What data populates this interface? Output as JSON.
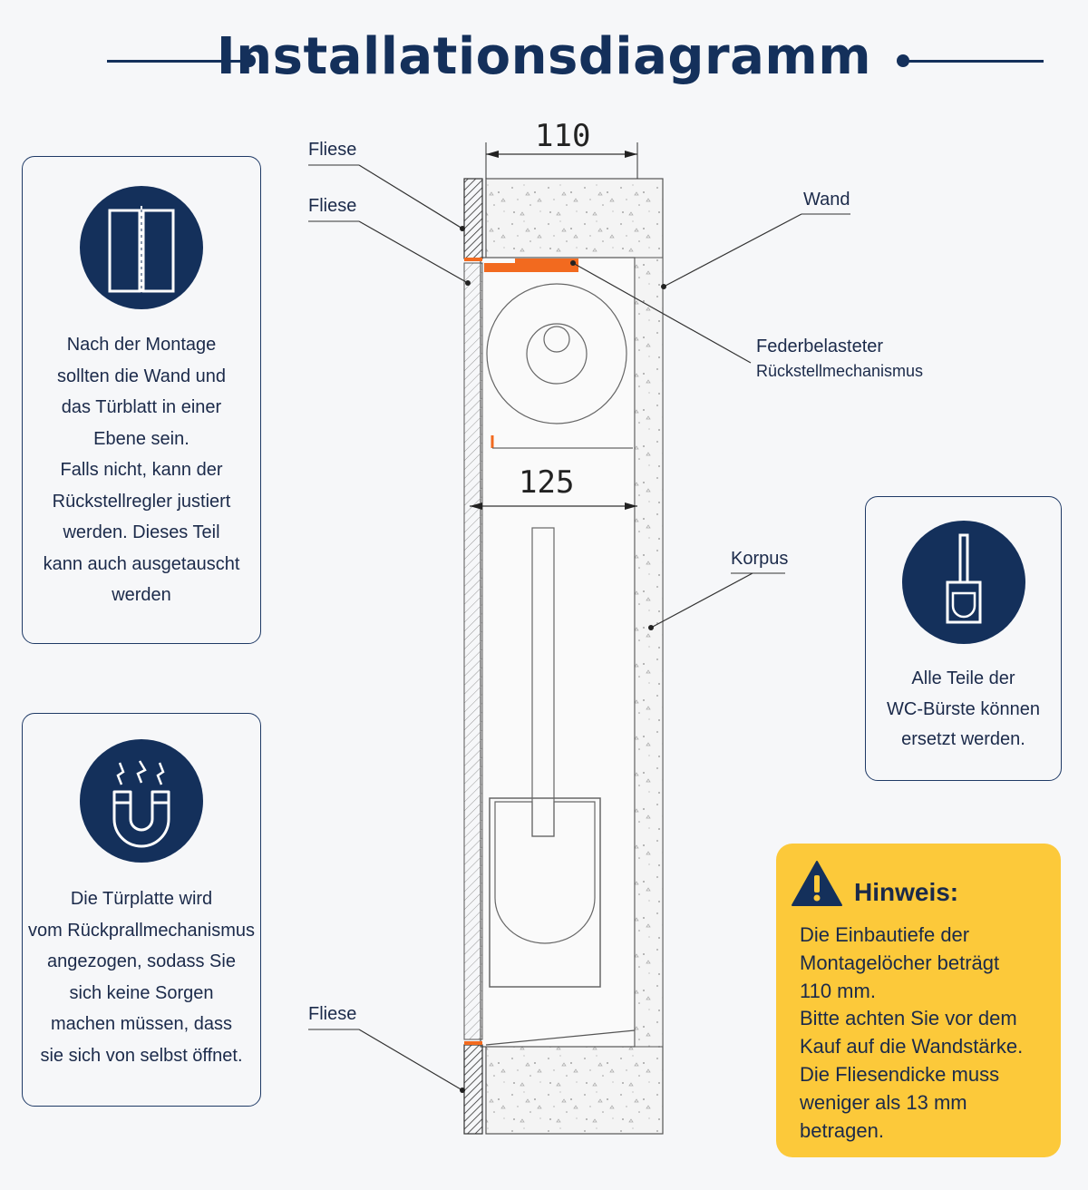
{
  "title": "Installationsdiagramm",
  "cards": {
    "top_left": {
      "text": "Nach der Montage\nsollten die Wand und\ndas Türblatt in einer\nEbene sein.\nFalls nicht, kann der\nRückstellregler justiert\nwerden. Dieses Teil\nkann auch ausgetauscht\nwerden",
      "icon": "door-panels-icon"
    },
    "bottom_left": {
      "text": "Die Türplatte wird\nvom Rückprallmechanismus\nangezogen, sodass Sie\nsich keine Sorgen\nmachen müssen, dass\nsie sich von selbst öffnet.",
      "icon": "magnet-icon"
    },
    "right": {
      "text": "Alle Teile der\nWC-Bürste können\nersetzt werden.",
      "icon": "toilet-brush-icon"
    }
  },
  "note": {
    "title": "Hinweis:",
    "body": "Die Einbautiefe der\nMontagelöcher beträgt\n110 mm.\nBitte achten Sie vor dem\nKauf auf die Wandstärke.\nDie Fliesendicke muss\nweniger als 13 mm\nbetragen.",
    "icon": "warning-icon"
  },
  "labels": {
    "tile_top_1": "Fliese",
    "tile_top_2": "Fliese",
    "tile_bottom": "Fliese",
    "wall": "Wand",
    "mechanism_line1": "Federbelasteter",
    "mechanism_line2": "Rückstellmechanismus",
    "body": "Korpus"
  },
  "dimensions": {
    "depth": "110",
    "width": "125"
  },
  "colors": {
    "navy": "#14305b",
    "accent_orange": "#f26a1f",
    "note_yellow": "#fcc93a"
  }
}
